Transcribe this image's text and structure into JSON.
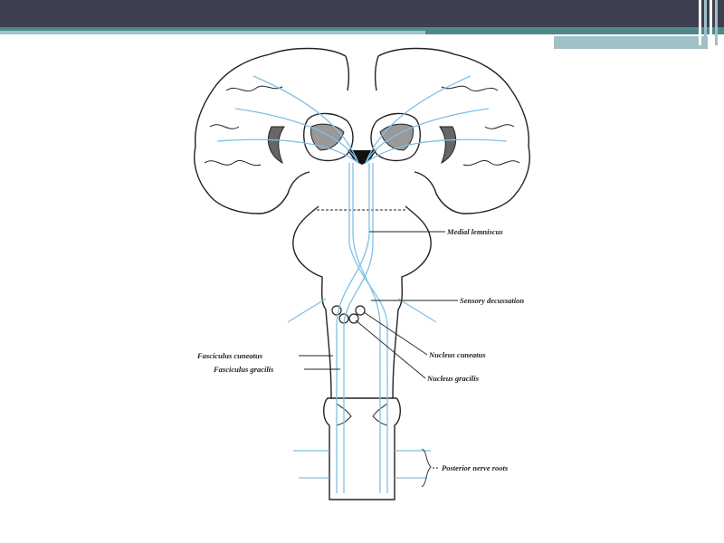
{
  "labels": {
    "medial_lemniscus": "Medial lemniscus",
    "sensory_decussation": "Sensory decussation",
    "fasciculus_cuneatus": "Fasciculus cuneatus",
    "fasciculus_gracilis": "Fasciculus gracilis",
    "nucleus_cuneatus": "Nucleus cuneatus",
    "nucleus_gracilis": "Nucleus gracilis",
    "posterior_nerve_roots": "Posterior nerve roots"
  },
  "colors": {
    "header": "#3e3f4f",
    "accent": "#4f878a",
    "accent_light": "#9fc4c8",
    "fiber": "#7fc0e6",
    "outline": "#222222"
  }
}
